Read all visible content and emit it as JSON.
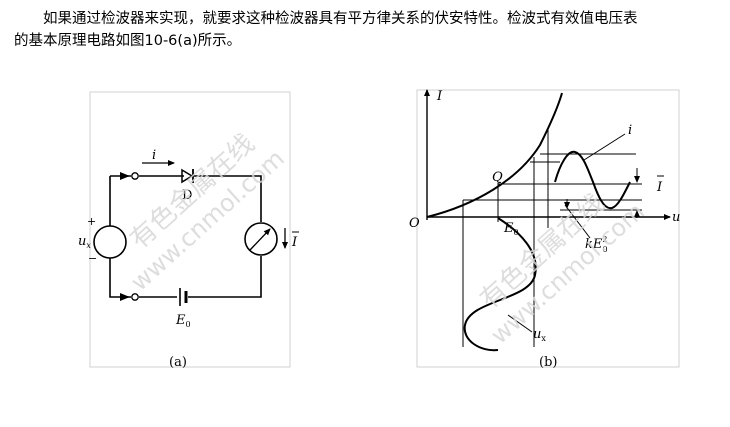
{
  "paragraph": {
    "line1": "如果通过检波器来实现，就要求这种检波器具有平方律关系的伏安特性。检波式有效值电压表",
    "line2": "的基本原理电路如图10-6(a)所示。"
  },
  "figure_a": {
    "current_label": "i",
    "diode_label": "D",
    "source_label": "u",
    "source_sub": "x",
    "plus": "+",
    "minus": "−",
    "meter_label": "I",
    "battery_label": "E",
    "battery_sub": "0",
    "caption": "(a)"
  },
  "figure_b": {
    "axis_I": "I",
    "axis_u": "u",
    "origin": "O",
    "point_Q": "Q",
    "label_i": "i",
    "label_Ibar": "I",
    "label_E": "E",
    "label_E_sub": "0",
    "label_kE": "kE",
    "label_kE_sup": "2",
    "label_kE_sub": "0",
    "label_ux": "u",
    "label_ux_sub": "x",
    "caption": "(b)"
  },
  "watermark": {
    "text_cn": "有色金属在线",
    "text_en": "www.cnmol.com"
  }
}
